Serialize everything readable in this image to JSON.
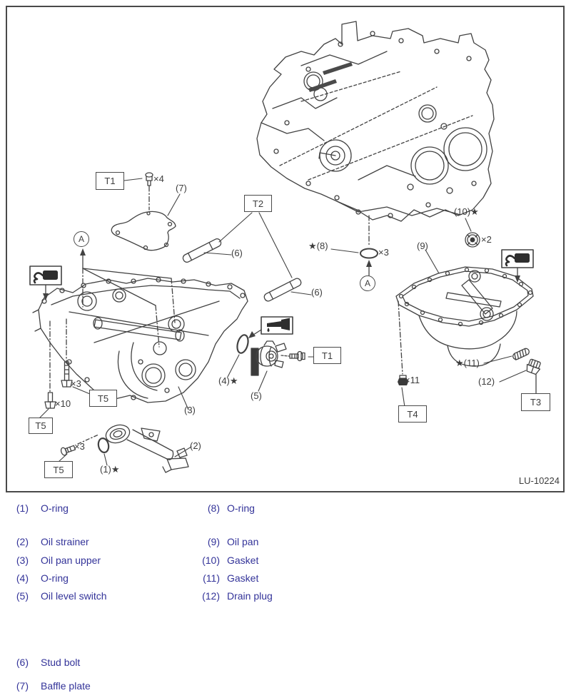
{
  "figure": {
    "code": "LU-10224",
    "tools": {
      "t1_baffle": "T1",
      "t2_stud_bolts": "T2",
      "t1_switch": "T1",
      "t5_upper_bolts": "T5",
      "t5_upper_nuts": "T5",
      "t5_strainer_bolts": "T5",
      "t4_pan_nuts": "T4",
      "t3_drain_plug": "T3"
    },
    "parts": {
      "p1": "(1)★",
      "p2": "(2)",
      "p3": "(3)",
      "p4": "(4)★",
      "p5": "(5)",
      "p6_front": "(6)",
      "p6_rear": "(6)",
      "p7": "(7)",
      "p8": "★(8)",
      "p9": "(9)",
      "p10": "(10)★",
      "p11": "★(11)",
      "p12": "(12)"
    },
    "quantities": {
      "baffle_bolts": "×4",
      "o_ring_8": "×3",
      "upper_bolts": "×3",
      "upper_nuts": "×10",
      "gasket_10": "×2",
      "oil_pan_nuts": "×11",
      "strainer_bolts": "×3"
    },
    "view_markers": {
      "left": "A",
      "right": "A"
    },
    "icons": {
      "left_box": "liquid-gasket-tube-icon",
      "right_box": "liquid-gasket-tube-icon",
      "middle_box": "engine-oil-applicator-icon"
    }
  },
  "legend": {
    "rows": [
      {
        "ln": "(1)",
        "lt": "O-ring",
        "rn": "(8)",
        "rt": "O-ring"
      },
      {
        "ln": "(2)",
        "lt": "Oil strainer",
        "rn": "(9)",
        "rt": "Oil pan"
      },
      {
        "ln": "(3)",
        "lt": "Oil pan upper",
        "rn": "(10)",
        "rt": "Gasket"
      },
      {
        "ln": "(4)",
        "lt": "O-ring",
        "rn": "(11)",
        "rt": "Gasket"
      },
      {
        "ln": "(5)",
        "lt": "Oil level switch",
        "rn": "(12)",
        "rt": "Drain plug"
      },
      {
        "ln": "(6)",
        "lt": "Stud bolt",
        "rn": "",
        "rt": ""
      },
      {
        "ln": "(7)",
        "lt": "Baffle plate",
        "rn": "",
        "rt": ""
      }
    ]
  },
  "colors": {
    "legend_text": "#333399",
    "line_art": "#424242",
    "border": "#4a4a4a"
  }
}
